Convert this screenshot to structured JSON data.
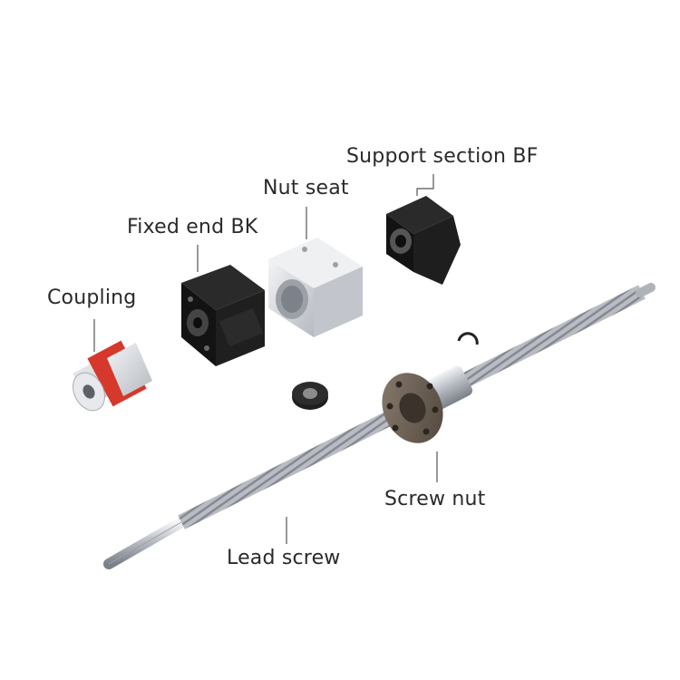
{
  "labels": {
    "coupling": "Coupling",
    "fixed_end": "Fixed end BK",
    "nut_seat": "Nut seat",
    "support_section": "Support section BF",
    "screw_nut": "Screw nut",
    "lead_screw": "Lead screw"
  },
  "colors": {
    "background": "#ffffff",
    "label_text": "#2a2a2a",
    "steel": "#c9cdd2",
    "black_block": "#1b1b1b",
    "aluminum": "#dfe2e6",
    "coupling_insert": "#d6382b",
    "nut_bronze": "#6f6254"
  }
}
